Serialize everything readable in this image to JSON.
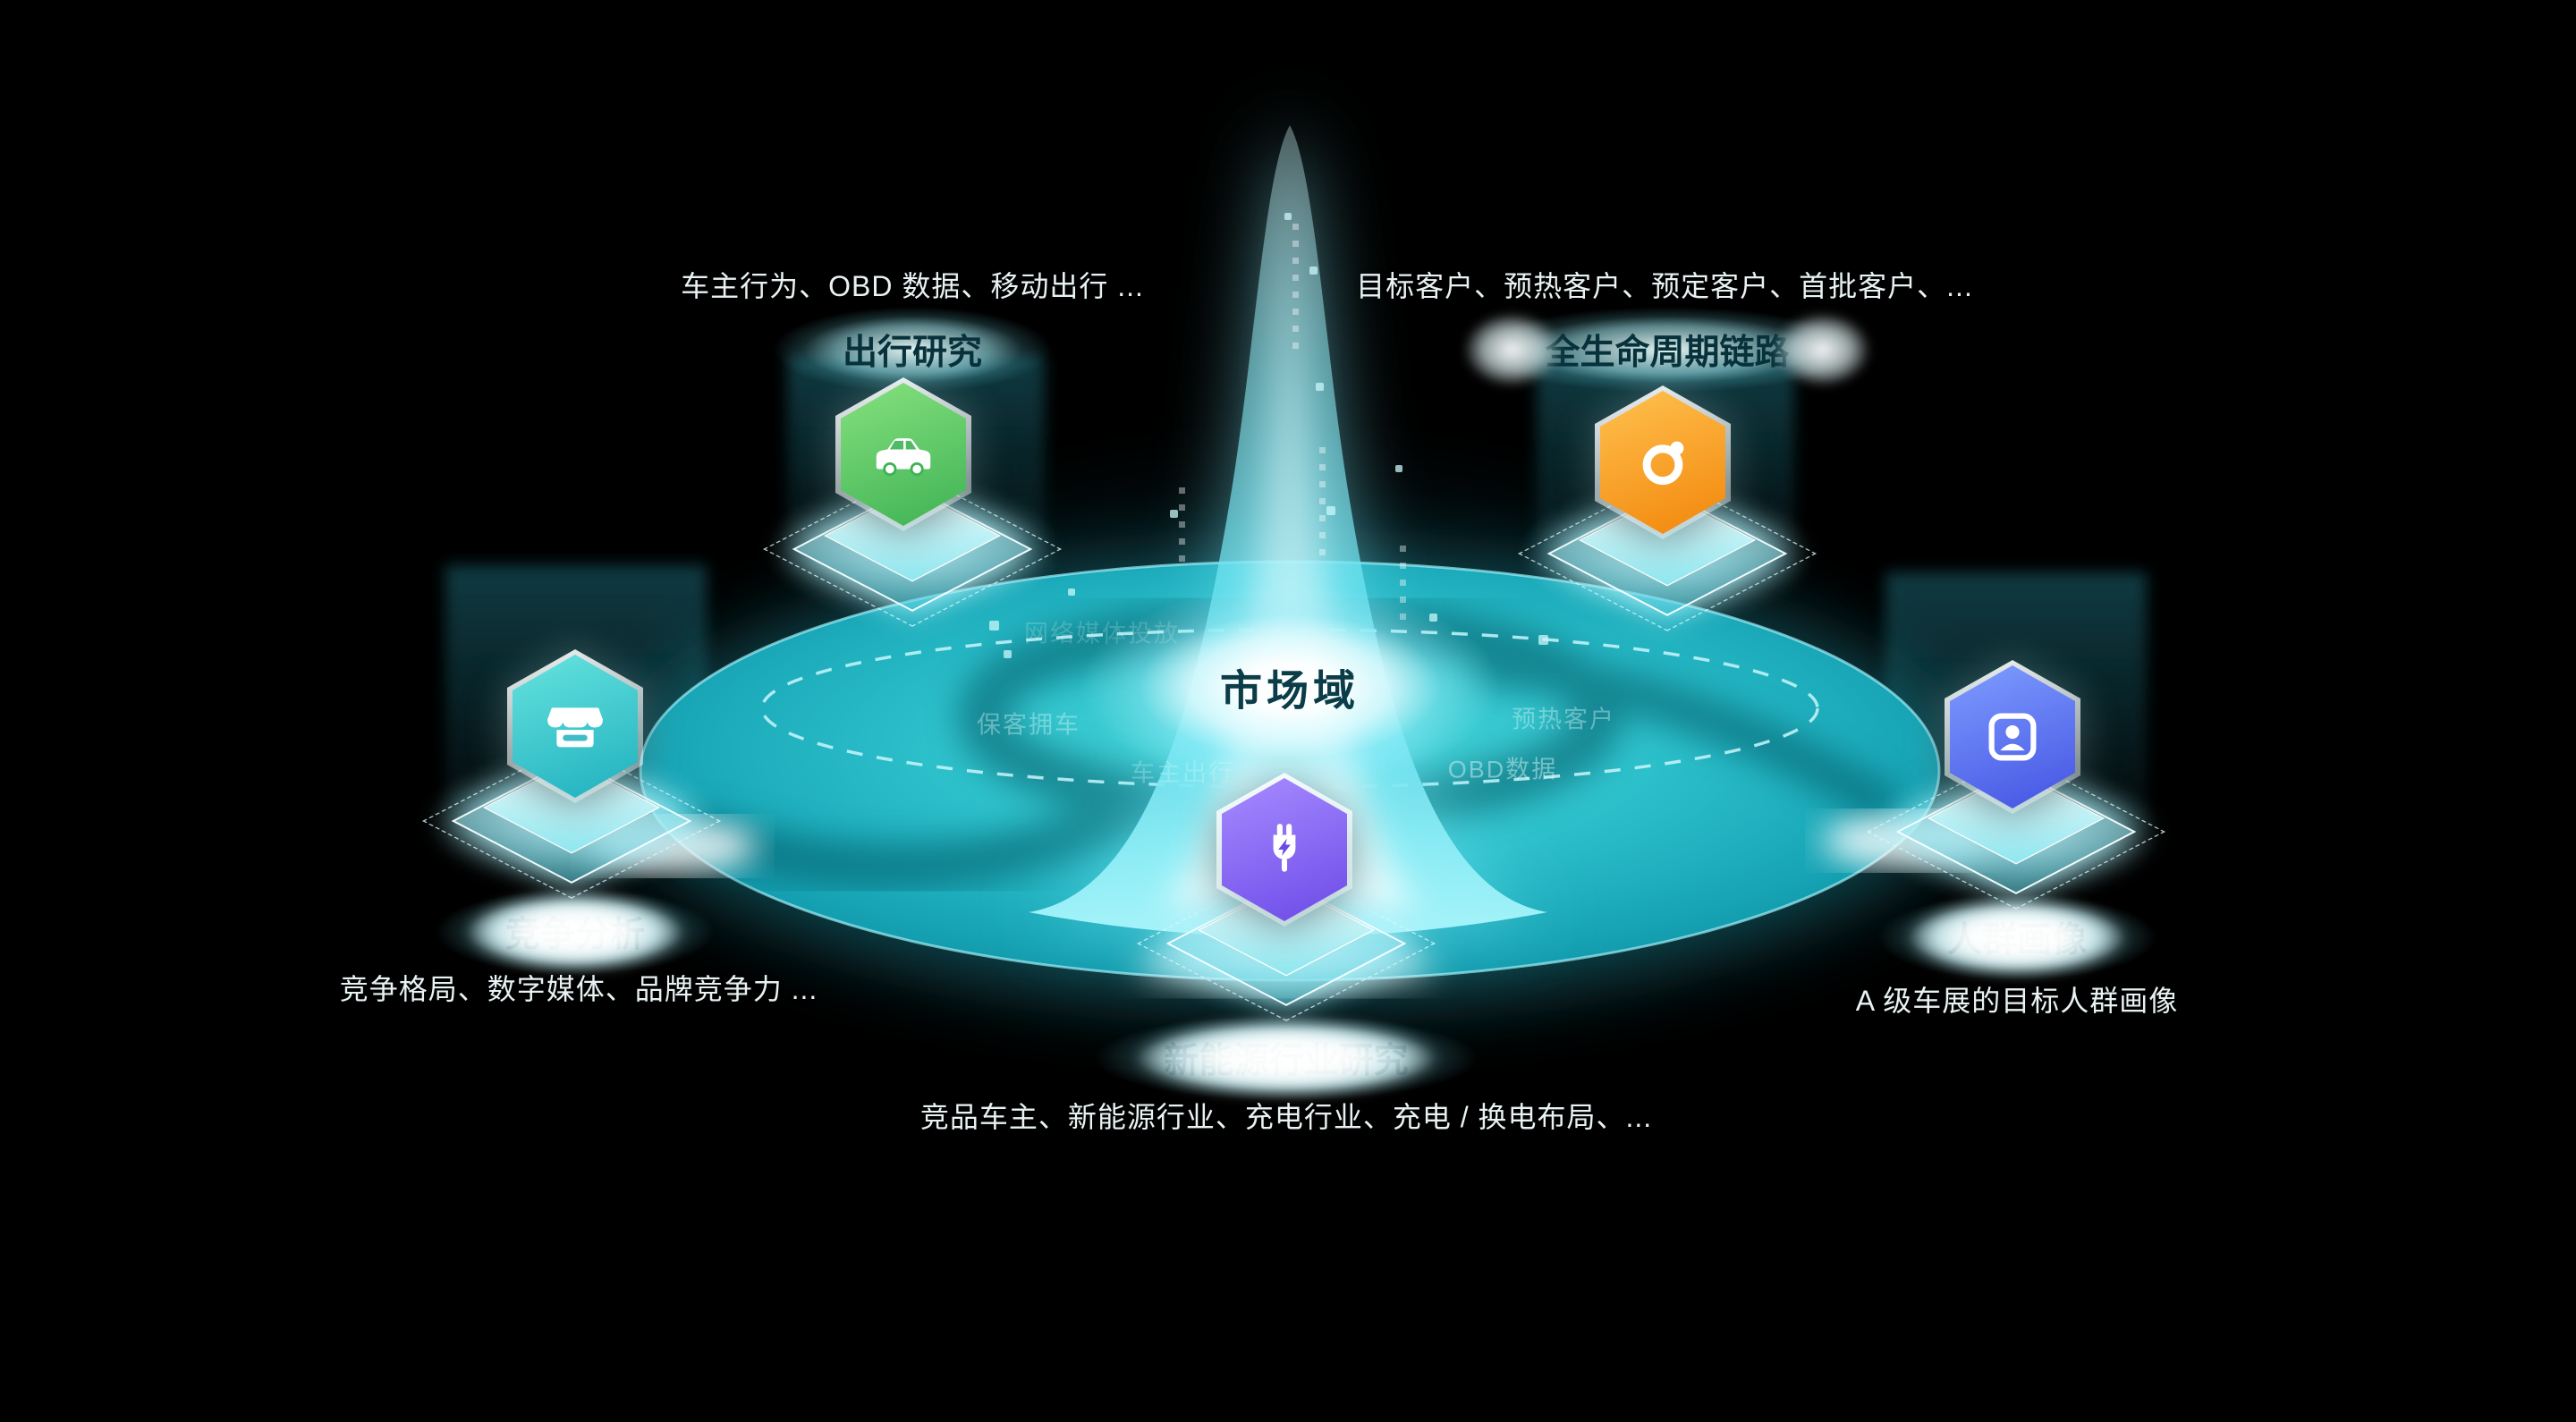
{
  "background_color": "#000000",
  "accent_color": "#2fc4cf",
  "center": {
    "label": "市场域",
    "watermarks": [
      "网络媒体投放",
      "保客拥车",
      "预热客户",
      "车主出行",
      "OBD数据"
    ]
  },
  "nodes": [
    {
      "id": "travel-research",
      "title": "出行研究",
      "desc": "车主行为、OBD 数据、移动出行 ...",
      "icon": "car-icon",
      "color_from": "#86e17e",
      "color_to": "#3eb254"
    },
    {
      "id": "customer-lifecycle",
      "title": "全生命周期链路",
      "desc": "目标客户、预热客户、预定客户、首批客户、...",
      "icon": "orbit-icon",
      "color_from": "#ffc14f",
      "color_to": "#f2860a"
    },
    {
      "id": "competition-analysis",
      "title": "竞争分析",
      "desc": "竞争格局、数字媒体、品牌竞争力 ...",
      "icon": "store-icon",
      "color_from": "#66e3de",
      "color_to": "#1fb0bf"
    },
    {
      "id": "audience-persona",
      "title": "人群画像",
      "desc": "A 级车展的目标人群画像",
      "icon": "id-card-icon",
      "color_from": "#7f9dff",
      "color_to": "#4353e3"
    },
    {
      "id": "industry-research",
      "title": "新能源行业研究",
      "desc": "竞品车主、新能源行业、充电行业、充电 / 换电布局、...",
      "icon": "charger-icon",
      "color_from": "#a78bff",
      "color_to": "#6c4ae8"
    }
  ]
}
